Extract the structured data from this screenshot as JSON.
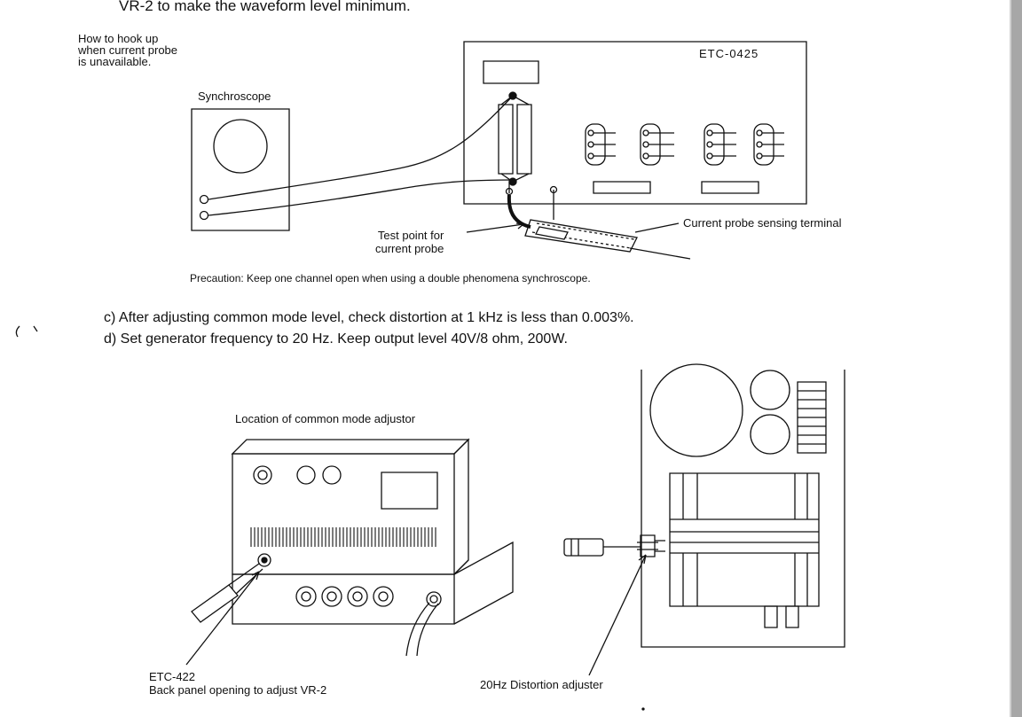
{
  "header": {
    "instruction_fragment": "VR-2 to make the waveform level minimum."
  },
  "upper_diagram": {
    "hookup_note": [
      "How to hook up",
      "when current probe",
      "is unavailable."
    ],
    "synchroscope_label": "Synchroscope",
    "device_label": "ETC-0425",
    "test_point_label": [
      "Test point for",
      "current probe"
    ],
    "probe_label": "Current probe sensing terminal",
    "precaution": "Precaution: Keep one channel open when using a double phenomena synchroscope."
  },
  "steps": {
    "c": "c) After adjusting common mode level, check distortion at 1 kHz is less than 0.003%.",
    "d": "d) Set generator frequency to 20 Hz. Keep output level 40V/8 ohm, 200W."
  },
  "lower_diagram": {
    "location_label": "Location of common mode adjustor",
    "device_label": "ETC-422",
    "back_panel_label": "Back panel opening to adjust VR-2",
    "distortion_label": "20Hz Distortion adjuster"
  },
  "colors": {
    "ink": "#111111",
    "scrollbar": "#a7a7a7"
  }
}
